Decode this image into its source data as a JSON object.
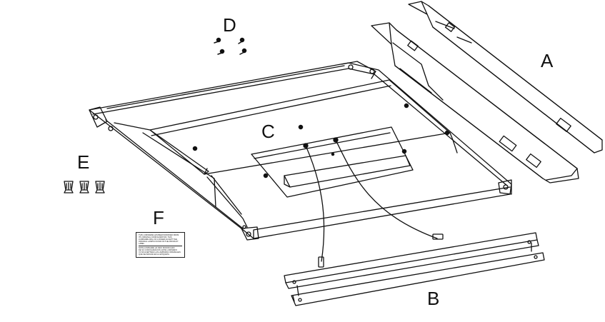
{
  "labels": {
    "a": "A",
    "b": "B",
    "c": "C",
    "d": "D",
    "e": "E",
    "f": "F"
  },
  "warning_label": {
    "lines": [
      "THIS LUMINAIRE HAS BEEN MODIFIED FROM",
      "ITS ORIGINAL CONFIGURATION. THIS",
      "LUMINAIRE WILL NO LONGER ACCEPT THE",
      "ORIGINAL LAMPS FOUND ON THE PRODUCT",
      "LABEL."
    ],
    "lines_b": [
      "NOTE:LUMINAIRE HA SIDO MODIFICADO",
      "DE SU CONFIGURACION. ESTE LUMINARIO",
      "YA NO ACEPTARA LAS LAMPARAS ORIGINALES",
      "QUE SE INDICAN EN LA ETIQUETA."
    ]
  },
  "colors": {
    "stroke": "#111111",
    "background": "#ffffff"
  }
}
